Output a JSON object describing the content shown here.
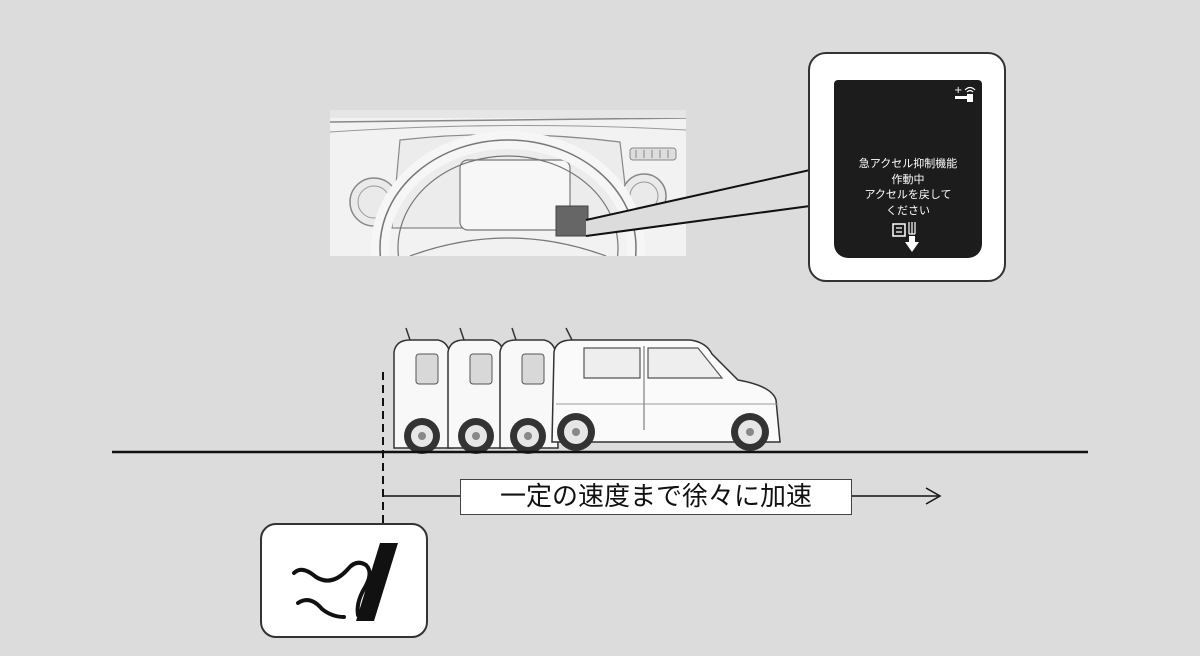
{
  "display": {
    "lines": [
      "急アクセル抑制機能",
      "作動中",
      "アクセルを戻して",
      "ください"
    ],
    "top_icon": "key-signal-icon",
    "bottom_icon": "accelerator-release-icon"
  },
  "caption": "一定の速度まで徐々に加速",
  "icons": {
    "pedal": "foot-on-accelerator-icon",
    "arrow": "arrow-right-icon"
  },
  "colors": {
    "background": "#dcdcdc",
    "screen": "#1c1c1c",
    "line": "#111111"
  }
}
